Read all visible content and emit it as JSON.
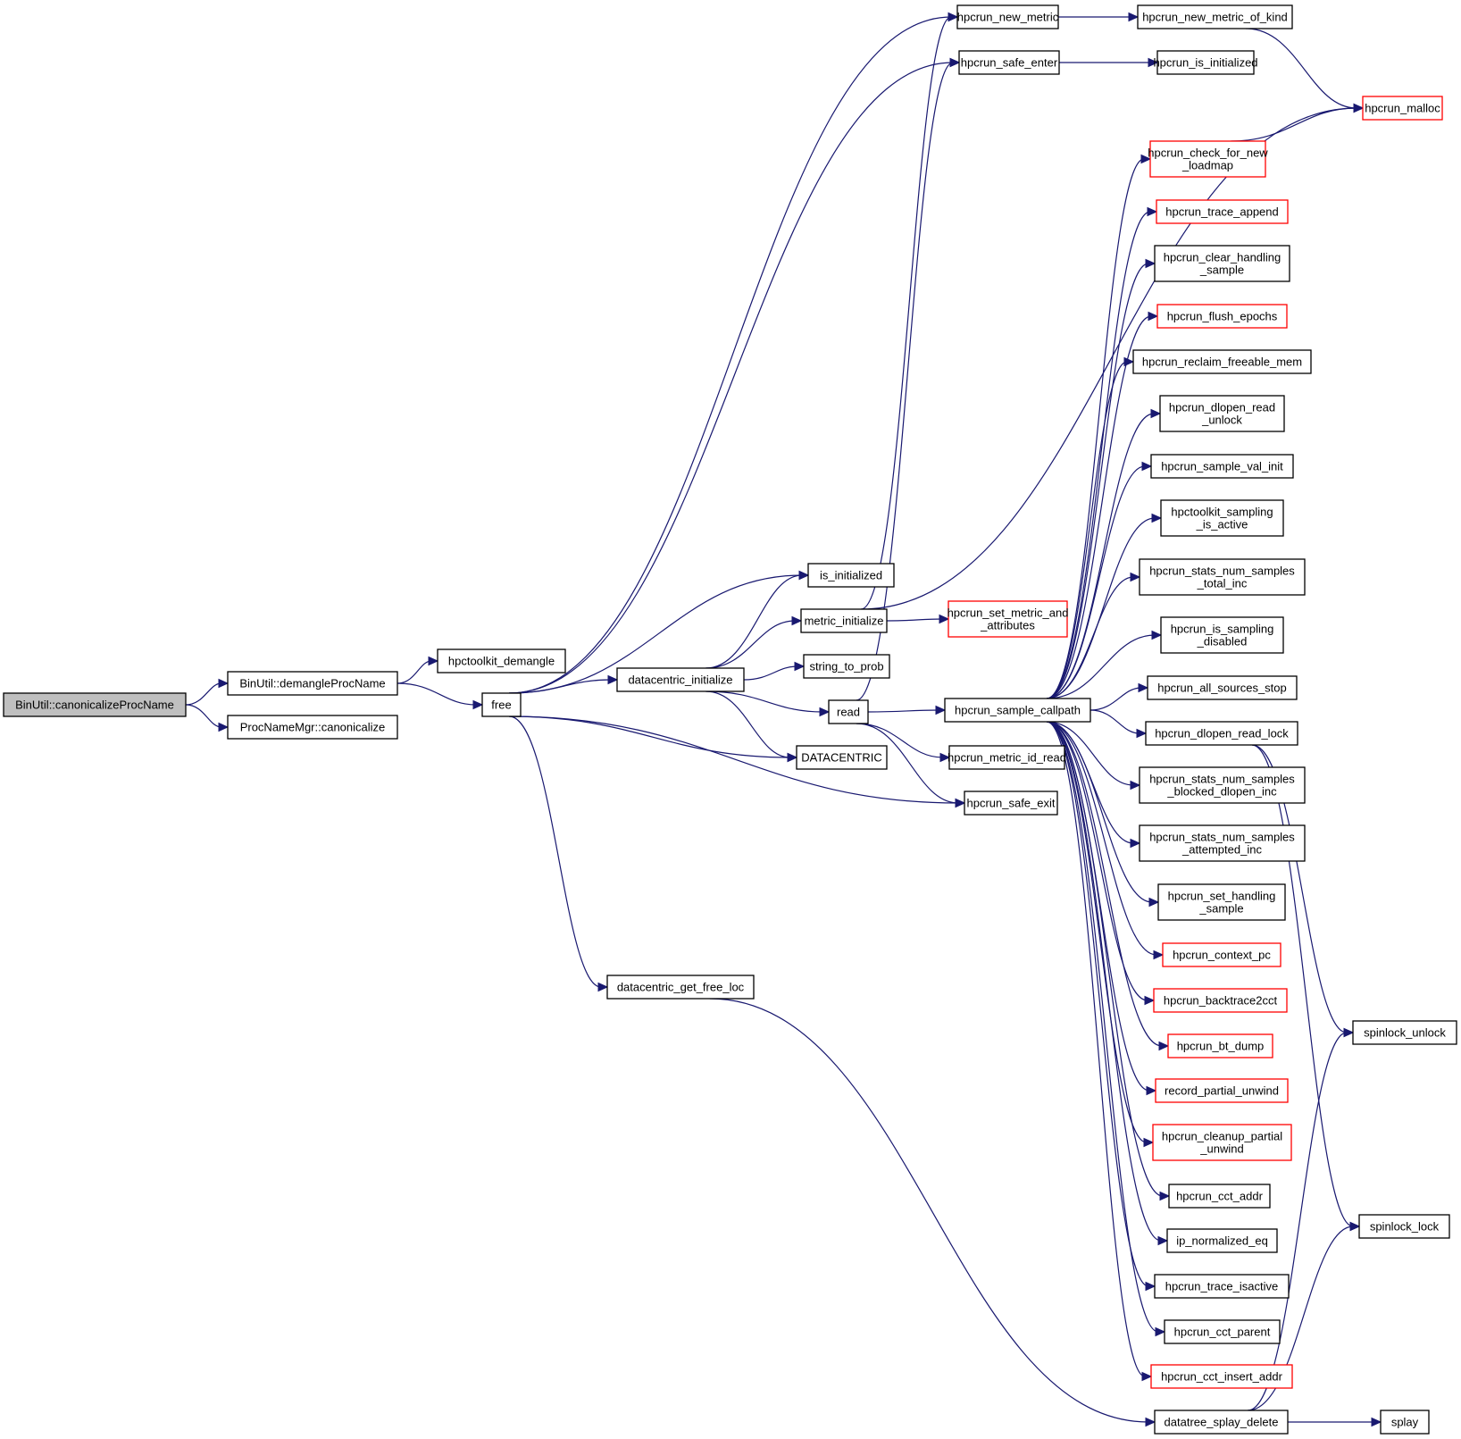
{
  "title": "Call graph: BinUtil::canonicalizeProcName",
  "colors": {
    "edge": "#191970",
    "root_fill": "#bfbfbf",
    "truncated_border": "#ff0000",
    "normal_border": "#000000"
  },
  "nodes": [
    {
      "id": "canon",
      "lines": [
        "BinUtil::canonicalizeProcName"
      ],
      "style": "root"
    },
    {
      "id": "demangleProcName",
      "lines": [
        "BinUtil::demangleProcName"
      ],
      "style": "normal"
    },
    {
      "id": "pnmCanon",
      "lines": [
        "ProcNameMgr::canonicalize"
      ],
      "style": "normal"
    },
    {
      "id": "hpcDemangle",
      "lines": [
        "hpctoolkit_demangle"
      ],
      "style": "normal"
    },
    {
      "id": "free",
      "lines": [
        "free"
      ],
      "style": "normal"
    },
    {
      "id": "dcInit",
      "lines": [
        "datacentric_initialize"
      ],
      "style": "normal"
    },
    {
      "id": "dcGetFreeLoc",
      "lines": [
        "datacentric_get_free_loc"
      ],
      "style": "normal"
    },
    {
      "id": "isInit",
      "lines": [
        "is_initialized"
      ],
      "style": "normal"
    },
    {
      "id": "metricInit",
      "lines": [
        "metric_initialize"
      ],
      "style": "normal"
    },
    {
      "id": "strToProb",
      "lines": [
        "string_to_prob"
      ],
      "style": "normal"
    },
    {
      "id": "read",
      "lines": [
        "read"
      ],
      "style": "normal"
    },
    {
      "id": "DATACENTRIC",
      "lines": [
        "DATACENTRIC"
      ],
      "style": "normal"
    },
    {
      "id": "newMetric",
      "lines": [
        "hpcrun_new_metric"
      ],
      "style": "normal"
    },
    {
      "id": "safeEnter",
      "lines": [
        "hpcrun_safe_enter"
      ],
      "style": "normal"
    },
    {
      "id": "setMetric",
      "lines": [
        "hpcrun_set_metric_and",
        "_attributes"
      ],
      "style": "red"
    },
    {
      "id": "sampleCallpath",
      "lines": [
        "hpcrun_sample_callpath"
      ],
      "style": "normal"
    },
    {
      "id": "metricIdRead",
      "lines": [
        "hpcrun_metric_id_read"
      ],
      "style": "normal"
    },
    {
      "id": "safeExit",
      "lines": [
        "hpcrun_safe_exit"
      ],
      "style": "normal"
    },
    {
      "id": "newMetricKind",
      "lines": [
        "hpcrun_new_metric_of_kind"
      ],
      "style": "normal"
    },
    {
      "id": "isInitialized",
      "lines": [
        "hpcrun_is_initialized"
      ],
      "style": "normal"
    },
    {
      "id": "malloc",
      "lines": [
        "hpcrun_malloc"
      ],
      "style": "red"
    },
    {
      "id": "checkLoadmap",
      "lines": [
        "hpcrun_check_for_new",
        "_loadmap"
      ],
      "style": "red"
    },
    {
      "id": "traceAppend",
      "lines": [
        "hpcrun_trace_append"
      ],
      "style": "red"
    },
    {
      "id": "clearHandling",
      "lines": [
        "hpcrun_clear_handling",
        "_sample"
      ],
      "style": "normal"
    },
    {
      "id": "flushEpochs",
      "lines": [
        "hpcrun_flush_epochs"
      ],
      "style": "red"
    },
    {
      "id": "reclaim",
      "lines": [
        "hpcrun_reclaim_freeable_mem"
      ],
      "style": "normal"
    },
    {
      "id": "dlopenUnlock",
      "lines": [
        "hpcrun_dlopen_read",
        "_unlock"
      ],
      "style": "normal"
    },
    {
      "id": "sampleValInit",
      "lines": [
        "hpcrun_sample_val_init"
      ],
      "style": "normal"
    },
    {
      "id": "samplingActive",
      "lines": [
        "hpctoolkit_sampling",
        "_is_active"
      ],
      "style": "normal"
    },
    {
      "id": "statsTotal",
      "lines": [
        "hpcrun_stats_num_samples",
        "_total_inc"
      ],
      "style": "normal"
    },
    {
      "id": "samplingDisabled",
      "lines": [
        "hpcrun_is_sampling",
        "_disabled"
      ],
      "style": "normal"
    },
    {
      "id": "sourcesStop",
      "lines": [
        "hpcrun_all_sources_stop"
      ],
      "style": "normal"
    },
    {
      "id": "dlopenLock",
      "lines": [
        "hpcrun_dlopen_read_lock"
      ],
      "style": "normal"
    },
    {
      "id": "statsBlocked",
      "lines": [
        "hpcrun_stats_num_samples",
        "_blocked_dlopen_inc"
      ],
      "style": "normal"
    },
    {
      "id": "statsAttempted",
      "lines": [
        "hpcrun_stats_num_samples",
        "_attempted_inc"
      ],
      "style": "normal"
    },
    {
      "id": "setHandling",
      "lines": [
        "hpcrun_set_handling",
        "_sample"
      ],
      "style": "normal"
    },
    {
      "id": "contextPc",
      "lines": [
        "hpcrun_context_pc"
      ],
      "style": "red"
    },
    {
      "id": "backtrace2cct",
      "lines": [
        "hpcrun_backtrace2cct"
      ],
      "style": "red"
    },
    {
      "id": "btDump",
      "lines": [
        "hpcrun_bt_dump"
      ],
      "style": "red"
    },
    {
      "id": "recordPartial",
      "lines": [
        "record_partial_unwind"
      ],
      "style": "red"
    },
    {
      "id": "cleanupPartial",
      "lines": [
        "hpcrun_cleanup_partial",
        "_unwind"
      ],
      "style": "red"
    },
    {
      "id": "cctAddr",
      "lines": [
        "hpcrun_cct_addr"
      ],
      "style": "normal"
    },
    {
      "id": "ipNormEq",
      "lines": [
        "ip_normalized_eq"
      ],
      "style": "normal"
    },
    {
      "id": "traceIsActive",
      "lines": [
        "hpcrun_trace_isactive"
      ],
      "style": "normal"
    },
    {
      "id": "cctParent",
      "lines": [
        "hpcrun_cct_parent"
      ],
      "style": "normal"
    },
    {
      "id": "cctInsertAddr",
      "lines": [
        "hpcrun_cct_insert_addr"
      ],
      "style": "red"
    },
    {
      "id": "splayDelete",
      "lines": [
        "datatree_splay_delete"
      ],
      "style": "normal"
    },
    {
      "id": "spinUnlock",
      "lines": [
        "spinlock_unlock"
      ],
      "style": "normal"
    },
    {
      "id": "spinLock",
      "lines": [
        "spinlock_lock"
      ],
      "style": "normal"
    },
    {
      "id": "splay",
      "lines": [
        "splay"
      ],
      "style": "normal"
    }
  ],
  "edges": [
    [
      "canon",
      "demangleProcName"
    ],
    [
      "canon",
      "pnmCanon"
    ],
    [
      "demangleProcName",
      "hpcDemangle"
    ],
    [
      "demangleProcName",
      "free"
    ],
    [
      "free",
      "newMetric"
    ],
    [
      "free",
      "safeEnter"
    ],
    [
      "free",
      "isInit"
    ],
    [
      "free",
      "dcInit"
    ],
    [
      "free",
      "DATACENTRIC"
    ],
    [
      "free",
      "safeExit"
    ],
    [
      "free",
      "dcGetFreeLoc"
    ],
    [
      "dcInit",
      "isInit"
    ],
    [
      "dcInit",
      "metricInit"
    ],
    [
      "dcInit",
      "strToProb"
    ],
    [
      "dcInit",
      "read"
    ],
    [
      "dcInit",
      "DATACENTRIC"
    ],
    [
      "metricInit",
      "newMetric"
    ],
    [
      "metricInit",
      "malloc"
    ],
    [
      "metricInit",
      "setMetric"
    ],
    [
      "read",
      "safeEnter"
    ],
    [
      "read",
      "sampleCallpath"
    ],
    [
      "read",
      "metricIdRead"
    ],
    [
      "read",
      "safeExit"
    ],
    [
      "newMetric",
      "newMetricKind"
    ],
    [
      "newMetricKind",
      "malloc"
    ],
    [
      "safeEnter",
      "isInitialized"
    ],
    [
      "checkLoadmap",
      "malloc"
    ],
    [
      "sampleCallpath",
      "checkLoadmap"
    ],
    [
      "sampleCallpath",
      "traceAppend"
    ],
    [
      "sampleCallpath",
      "clearHandling"
    ],
    [
      "sampleCallpath",
      "flushEpochs"
    ],
    [
      "sampleCallpath",
      "reclaim"
    ],
    [
      "sampleCallpath",
      "dlopenUnlock"
    ],
    [
      "sampleCallpath",
      "sampleValInit"
    ],
    [
      "sampleCallpath",
      "samplingActive"
    ],
    [
      "sampleCallpath",
      "statsTotal"
    ],
    [
      "sampleCallpath",
      "samplingDisabled"
    ],
    [
      "sampleCallpath",
      "sourcesStop"
    ],
    [
      "sampleCallpath",
      "dlopenLock"
    ],
    [
      "sampleCallpath",
      "statsBlocked"
    ],
    [
      "sampleCallpath",
      "statsAttempted"
    ],
    [
      "sampleCallpath",
      "setHandling"
    ],
    [
      "sampleCallpath",
      "contextPc"
    ],
    [
      "sampleCallpath",
      "backtrace2cct"
    ],
    [
      "sampleCallpath",
      "btDump"
    ],
    [
      "sampleCallpath",
      "recordPartial"
    ],
    [
      "sampleCallpath",
      "cleanupPartial"
    ],
    [
      "sampleCallpath",
      "cctAddr"
    ],
    [
      "sampleCallpath",
      "ipNormEq"
    ],
    [
      "sampleCallpath",
      "traceIsActive"
    ],
    [
      "sampleCallpath",
      "cctParent"
    ],
    [
      "sampleCallpath",
      "cctInsertAddr"
    ],
    [
      "dcGetFreeLoc",
      "splayDelete"
    ],
    [
      "dlopenLock",
      "spinUnlock"
    ],
    [
      "dlopenLock",
      "spinLock"
    ],
    [
      "splayDelete",
      "spinUnlock"
    ],
    [
      "splayDelete",
      "spinLock"
    ],
    [
      "splayDelete",
      "splay"
    ]
  ]
}
